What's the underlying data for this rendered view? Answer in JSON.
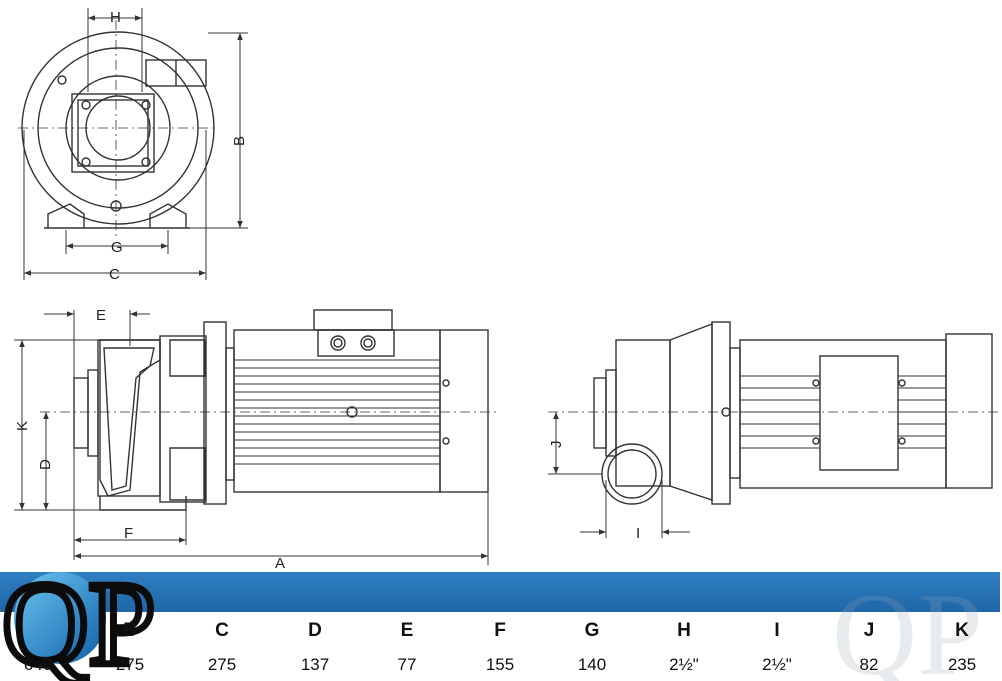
{
  "drawing": {
    "labels": {
      "top": {
        "h": "H",
        "b": "B",
        "g": "G",
        "c": "C"
      },
      "side": {
        "e": "E",
        "k": "K",
        "d": "D",
        "f": "F",
        "a": "A"
      },
      "rear": {
        "j": "J",
        "i": "I"
      }
    }
  },
  "logo": {
    "text": "QP"
  },
  "watermark": {
    "text": "QP"
  },
  "colors": {
    "band": "#1e66a8",
    "line": "#333333"
  },
  "dimensions": {
    "headers": [
      "A",
      "B",
      "C",
      "D",
      "E",
      "F",
      "G",
      "H",
      "I",
      "J",
      "K"
    ],
    "values": [
      "640",
      "275",
      "275",
      "137",
      "77",
      "155",
      "140",
      "2½\"",
      "2½\"",
      "82",
      "235"
    ]
  }
}
